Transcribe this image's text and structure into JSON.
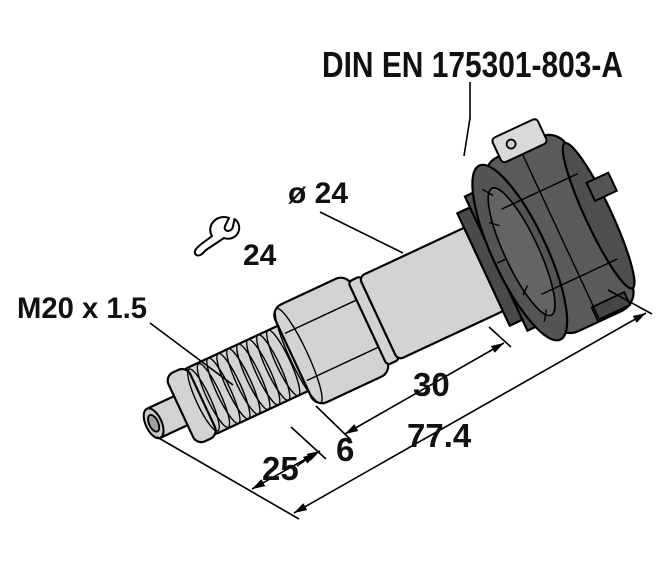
{
  "drawing": {
    "type": "technical-dimension-drawing",
    "subject": "pressure-transmitter",
    "labels": {
      "din_standard": "DIN EN 175301-803-A",
      "diameter": "ø 24",
      "wrench_size": "24",
      "thread": "M20 x 1.5"
    },
    "dimensions": {
      "thread_length": "25",
      "hex_width": "6",
      "connector_length": "30",
      "overall_length": "77.4"
    },
    "icons": [
      "wrench-icon"
    ],
    "colors": {
      "background": "#ffffff",
      "body": "#d3d3d3",
      "body_light": "#dedede",
      "connector": "#5a5a5a",
      "connector_dark": "#4a4a4a",
      "connector_face": "#545454",
      "terminal": "#d9d9d9",
      "line": "#000000"
    }
  }
}
